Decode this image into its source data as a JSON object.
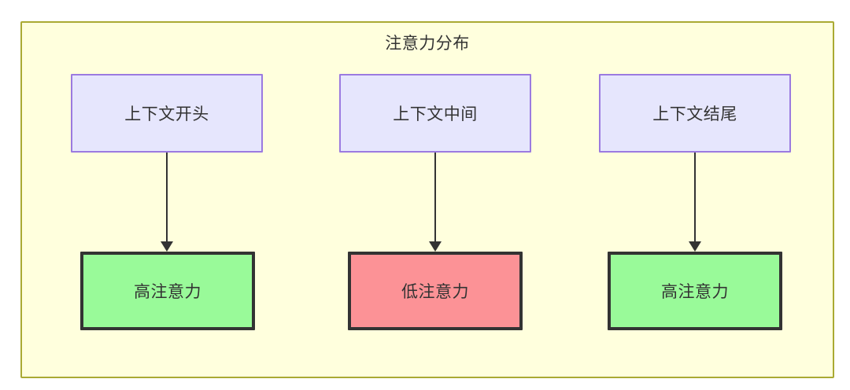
{
  "diagram": {
    "title": "注意力分布",
    "type": "flowchart",
    "container": {
      "fill": "#ffffdd",
      "stroke": "#aaaa33"
    },
    "nodes": {
      "top": [
        {
          "id": "context-start",
          "label": "上下文开头",
          "fill": "#e6e6fd",
          "stroke": "#9b7ae0"
        },
        {
          "id": "context-middle",
          "label": "上下文中间",
          "fill": "#e6e6fd",
          "stroke": "#9b7ae0"
        },
        {
          "id": "context-end",
          "label": "上下文结尾",
          "fill": "#e6e6fd",
          "stroke": "#9b7ae0"
        }
      ],
      "bottom": [
        {
          "id": "attention-high-start",
          "label": "高注意力",
          "fill": "#99fa99",
          "stroke": "#333333"
        },
        {
          "id": "attention-low-middle",
          "label": "低注意力",
          "fill": "#fc9296",
          "stroke": "#333333"
        },
        {
          "id": "attention-high-end",
          "label": "高注意力",
          "fill": "#99fa99",
          "stroke": "#333333"
        }
      ]
    },
    "edges": [
      {
        "from": "context-start",
        "to": "attention-high-start",
        "style": "arrow-down"
      },
      {
        "from": "context-middle",
        "to": "attention-low-middle",
        "style": "arrow-down"
      },
      {
        "from": "context-end",
        "to": "attention-high-end",
        "style": "arrow-down"
      }
    ]
  }
}
